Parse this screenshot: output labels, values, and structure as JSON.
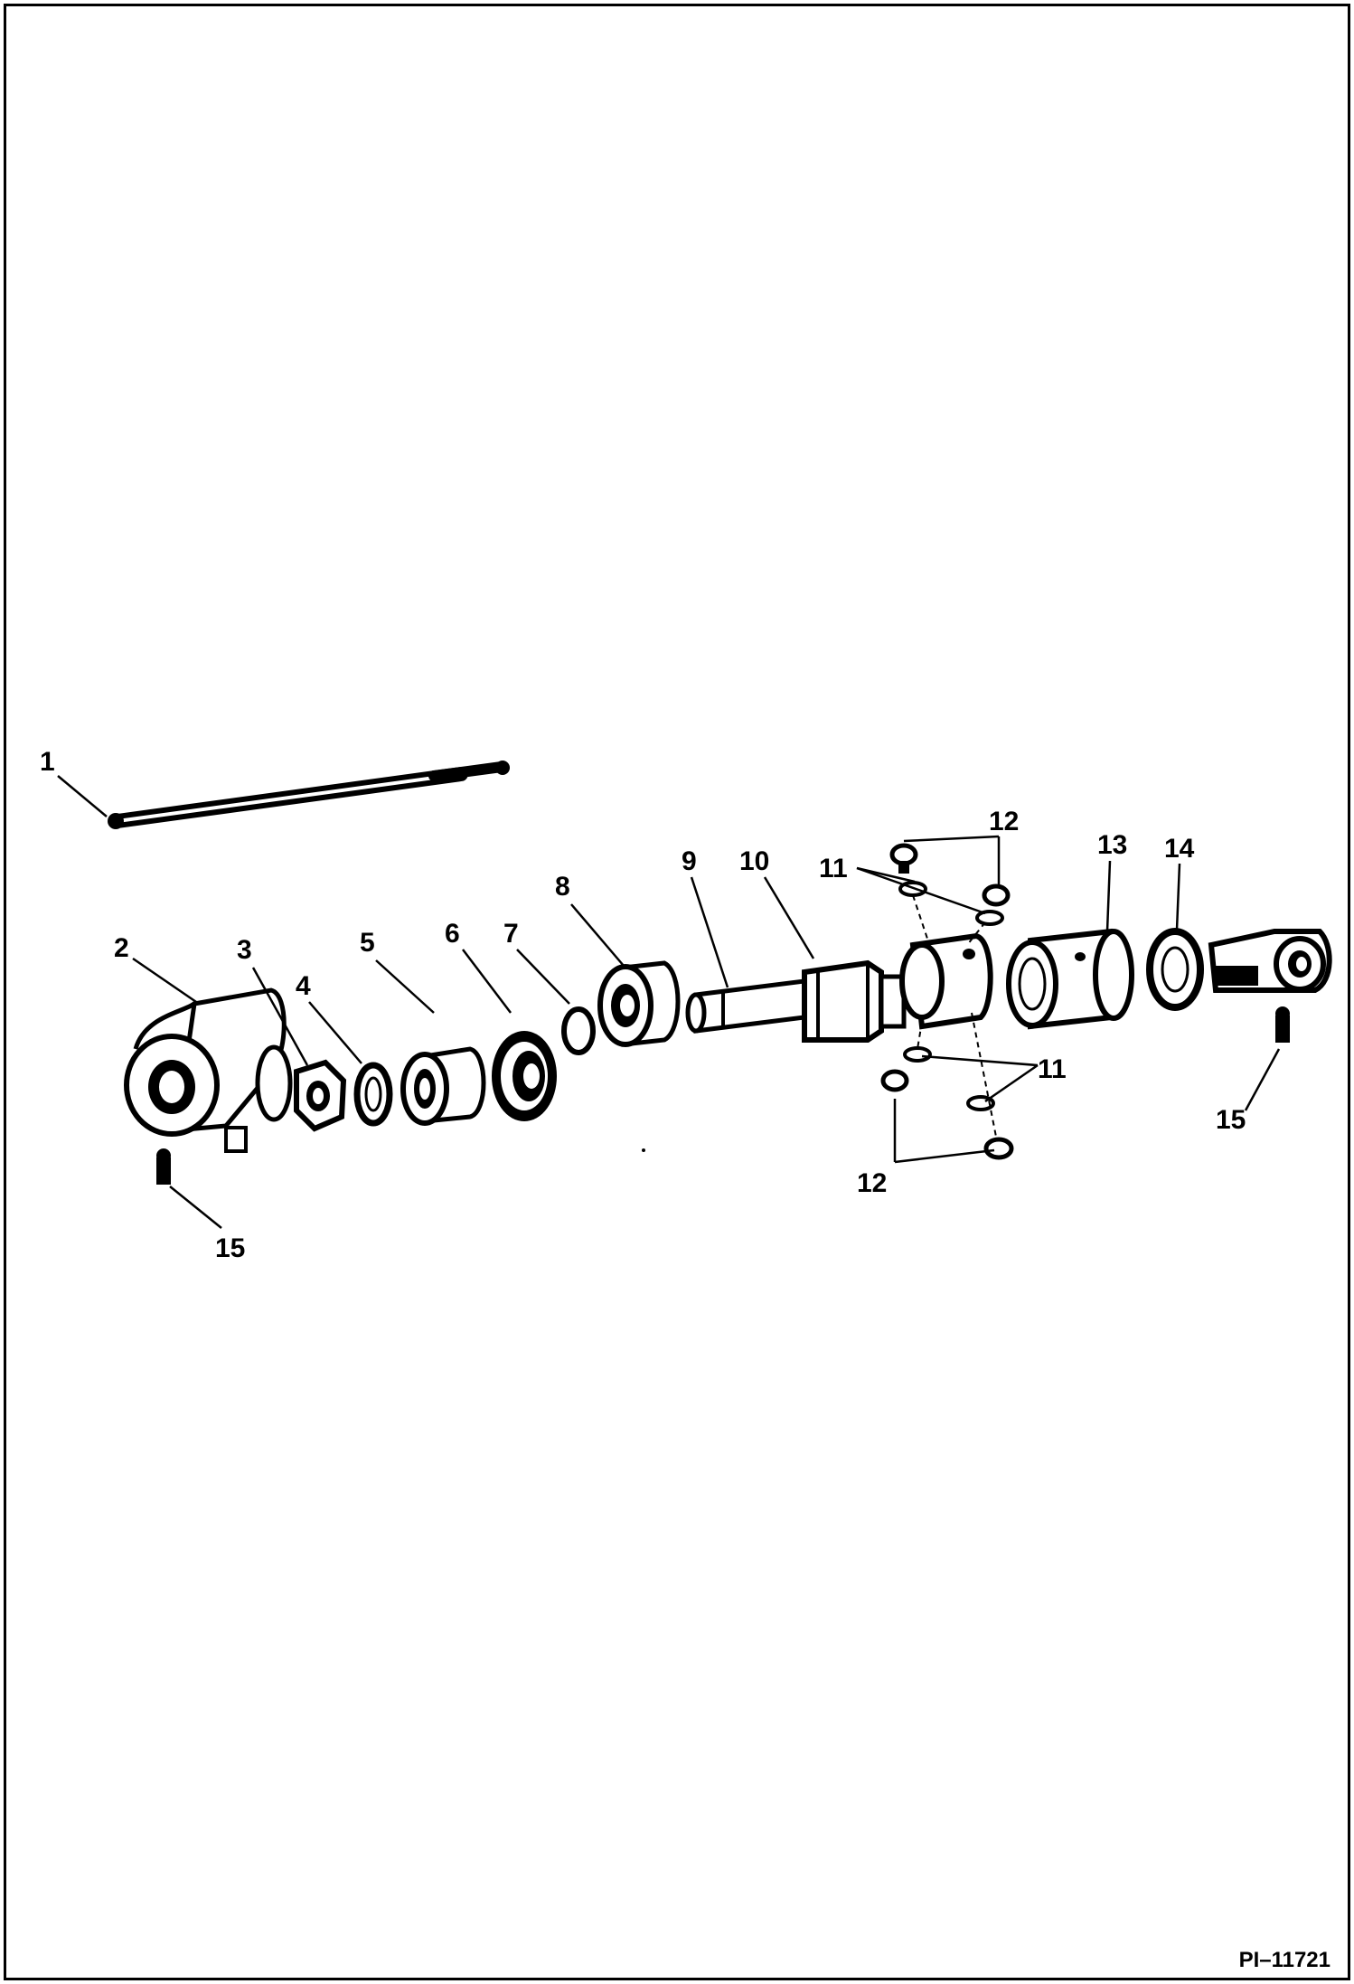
{
  "figure_id": "PI–11721",
  "callouts": {
    "c1": "1",
    "c2": "2",
    "c3": "3",
    "c4": "4",
    "c5": "5",
    "c6": "6",
    "c7": "7",
    "c8": "8",
    "c9": "9",
    "c10": "10",
    "c11a": "11",
    "c11b": "11",
    "c12a": "12",
    "c12b": "12",
    "c13": "13",
    "c14": "14",
    "c15a": "15",
    "c15b": "15"
  },
  "colors": {
    "ink": "#000000",
    "paper": "#ffffff"
  }
}
